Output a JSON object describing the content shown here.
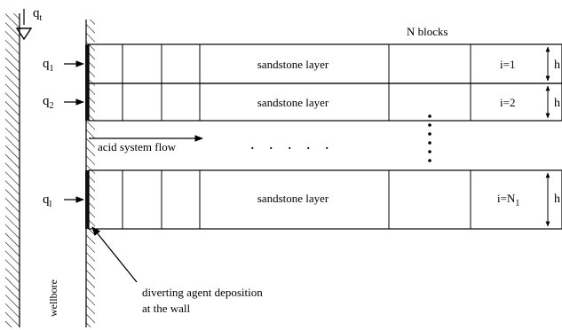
{
  "labels": {
    "total_rate": "q",
    "total_rate_sub": "t",
    "n_blocks": "N blocks",
    "acid_flow": "acid system flow",
    "ellipsis": ". . . . .",
    "wellbore": "wellbore",
    "diverting_line1": "diverting agent deposition",
    "diverting_line2": "at the wall"
  },
  "layers": [
    {
      "rate": "q",
      "rate_sub": "1",
      "name": "sandstone layer",
      "index": "i=1",
      "index_sub": "",
      "thickness": "h"
    },
    {
      "rate": "q",
      "rate_sub": "2",
      "name": "sandstone layer",
      "index": "i=2",
      "index_sub": "",
      "thickness": "h"
    },
    {
      "rate": "q",
      "rate_sub": "l",
      "name": "sandstone layer",
      "index": "i=N",
      "index_sub": "1",
      "thickness": "h"
    }
  ]
}
